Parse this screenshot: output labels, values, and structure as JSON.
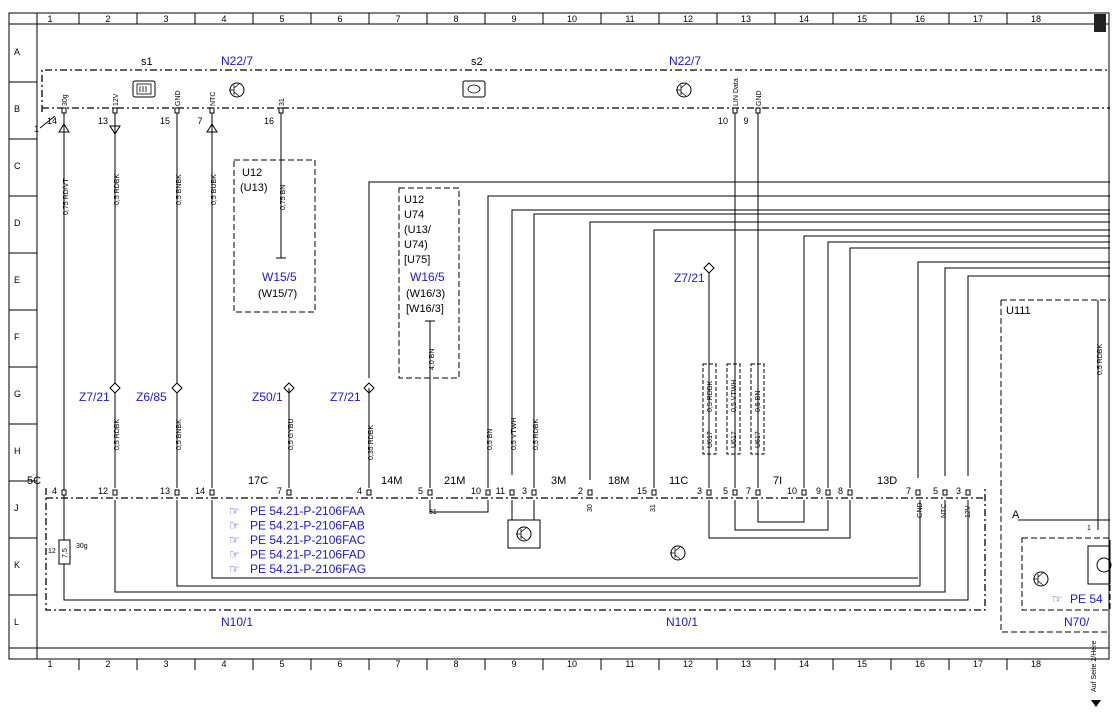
{
  "grid": {
    "columns": [
      "1",
      "2",
      "3",
      "4",
      "5",
      "6",
      "7",
      "8",
      "9",
      "10",
      "11",
      "12",
      "13",
      "14",
      "15",
      "16",
      "17",
      "18"
    ],
    "rows": [
      "A",
      "B",
      "C",
      "D",
      "E",
      "F",
      "G",
      "H",
      "J",
      "K",
      "L"
    ]
  },
  "components": {
    "s1": "s1",
    "s2": "s2",
    "n22_7_left": "N22/7",
    "n22_7_right": "N22/7",
    "n10_1_left": "N10/1",
    "n10_1_right": "N10/1",
    "u111": "U111",
    "n70": "N70/",
    "connector_1": "1",
    "connector_a": "A"
  },
  "top_connector": {
    "pins": [
      "14",
      "13",
      "15",
      "7",
      "16",
      "10",
      "9"
    ],
    "signals": [
      "30g",
      "12V",
      "GND",
      "NTC",
      "31",
      "LIN Data",
      "GND"
    ]
  },
  "wires": {
    "rdvt": "0,75 RD/VT",
    "rdbk_a": "0,5 RDBK",
    "bnbk_a": "0,5 BNBK",
    "bubk": "0,5 BUBK",
    "bn075": "0,75 BN",
    "rdbk_b": "0,5 RDBK",
    "bnbk_b": "0,5 BNBK",
    "gybu": "0,5 GYBU",
    "rdbk035": "0,35 RDBK",
    "bn40": "4,0 BN",
    "bn05": "0,5 BN",
    "vtwh_a": "0,5 VTWH",
    "rdbk_c": "0,5 RDBK",
    "rdbk_u617": "0,5 RDBK",
    "vtwh_u617": "0,5 VTWH",
    "bn_u617": "0,5 BN",
    "u617": "U617",
    "rdbk_right": "0,5 RDBK"
  },
  "ground_box1": [
    "U12",
    "(U13)",
    "W15/5",
    "(W15/7)"
  ],
  "ground_box2": [
    "U12",
    "U74",
    "(U13/",
    "U74)",
    "[U75]",
    "W16/5",
    "(W16/3)",
    "[W16/3]"
  ],
  "splices": {
    "z7_21_a": "Z7/21",
    "z6_85": "Z6/85",
    "z50_1": "Z50/1",
    "z7_21_b": "Z7/21",
    "z7_21_c": "Z7/21"
  },
  "bottom_connectors": {
    "c5c": "5C",
    "c17c": "17C",
    "c14m": "14M",
    "c21m": "21M",
    "c3m": "3M",
    "c18m": "18M",
    "c11c": "11C",
    "c7i": "7I",
    "c13d": "13D"
  },
  "bottom_pins": [
    "4",
    "12",
    "13",
    "14",
    "7",
    "4",
    "5",
    "10",
    "11",
    "3",
    "2",
    "15",
    "3",
    "5",
    "7",
    "10",
    "9",
    "8",
    "7",
    "5",
    "3"
  ],
  "bottom_signals": [
    "31",
    "30",
    "31",
    "GND",
    "NTC",
    "12V"
  ],
  "fuse": {
    "label": "30g",
    "pin": "12",
    "value": "7,5"
  },
  "references": [
    "PE 54.21-P-2106FAA",
    "PE 54.21-P-2106FAB",
    "PE 54.21-P-2106FAC",
    "PE 54.21-P-2106FAD",
    "PE 54.21-P-2106FAG"
  ],
  "ref_right": "PE 54",
  "page_note": "Auf Seite 2/Here",
  "colors": {
    "blue_text": "#1a1acc",
    "lines": "#000000"
  }
}
